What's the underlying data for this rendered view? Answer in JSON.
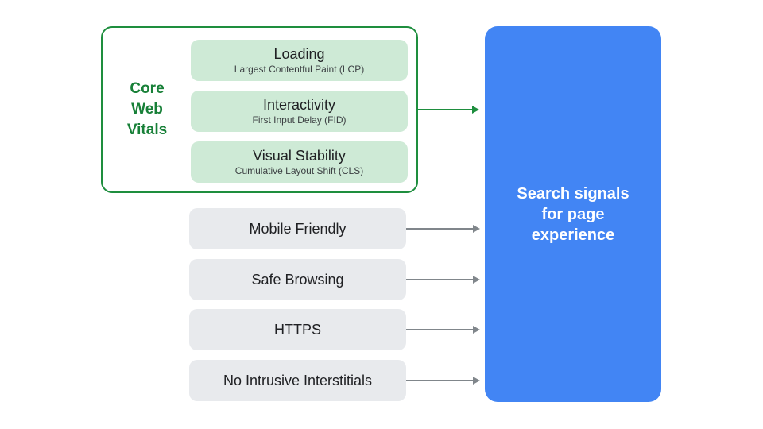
{
  "diagram": {
    "core_web_vitals": {
      "label": "Core Web Vitals",
      "items": [
        {
          "title": "Loading",
          "subtitle": "Largest Contentful Paint (LCP)"
        },
        {
          "title": "Interactivity",
          "subtitle": "First Input Delay (FID)"
        },
        {
          "title": "Visual Stability",
          "subtitle": "Cumulative Layout Shift (CLS)"
        }
      ]
    },
    "other_signals": [
      {
        "label": "Mobile Friendly"
      },
      {
        "label": "Safe Browsing"
      },
      {
        "label": "HTTPS"
      },
      {
        "label": "No Intrusive Interstitials"
      }
    ],
    "result": {
      "label": "Search signals for page experience"
    },
    "colors": {
      "green_border": "#1e8e3e",
      "green_text": "#188038",
      "vital_box_bg": "#ceead6",
      "signal_box_bg": "#e8eaed",
      "result_box_bg": "#4285f4",
      "result_text": "#ffffff",
      "box_text": "#202124",
      "arrow_gray": "#80868b",
      "arrow_green": "#1e8e3e"
    }
  }
}
